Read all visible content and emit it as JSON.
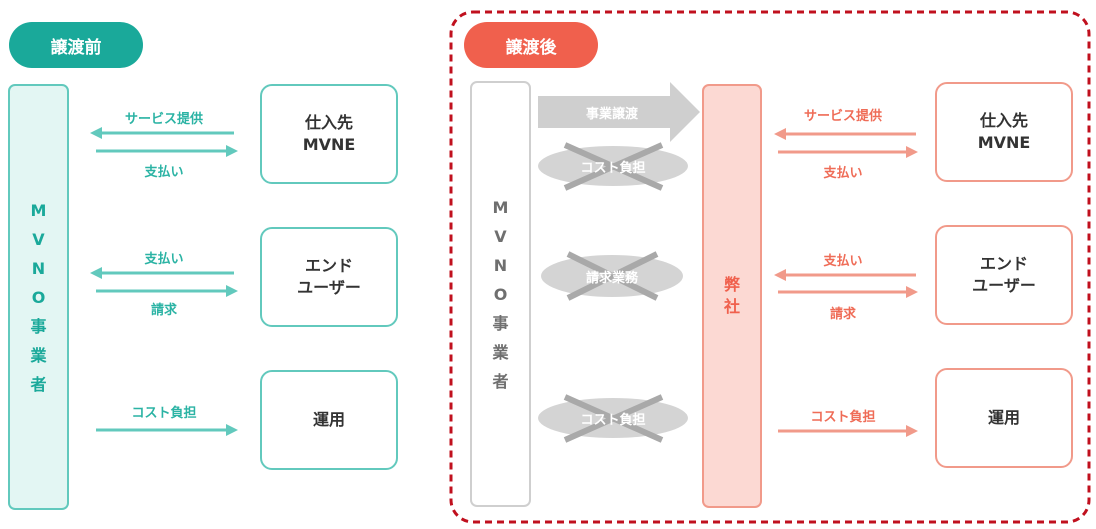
{
  "colors": {
    "teal": "#1aa99a",
    "teal_light": "#e3f6f3",
    "teal_border": "#62c9bd",
    "salmon": "#f0604d",
    "salmon_border": "#f19a8a",
    "salmon_light": "#fcd9d3",
    "gray": "#cfcfcf",
    "dashed_border": "#c0101e"
  },
  "before": {
    "badge": "譲渡前",
    "operator_chars": [
      "M",
      "V",
      "N",
      "O",
      "事",
      "業",
      "者"
    ],
    "rows": [
      {
        "box": "仕入先\nMVNE",
        "top_label": "サービス提供",
        "bottom_label": "支払い"
      },
      {
        "box": "エンド\nユーザー",
        "top_label": "支払い",
        "bottom_label": "請求"
      },
      {
        "box": "運用",
        "label": "コスト負担"
      }
    ]
  },
  "after": {
    "badge": "譲渡後",
    "operator_chars": [
      "M",
      "V",
      "N",
      "O",
      "事",
      "業",
      "者"
    ],
    "transfer_label": "事業譲渡",
    "crossed_items": [
      "コスト負担",
      "請求業務",
      "コスト負担"
    ],
    "company_chars": [
      "弊",
      "社"
    ],
    "rows": [
      {
        "box": "仕入先\nMVNE",
        "top_label": "サービス提供",
        "bottom_label": "支払い"
      },
      {
        "box": "エンド\nユーザー",
        "top_label": "支払い",
        "bottom_label": "請求"
      },
      {
        "box": "運用",
        "label": "コスト負担"
      }
    ]
  }
}
